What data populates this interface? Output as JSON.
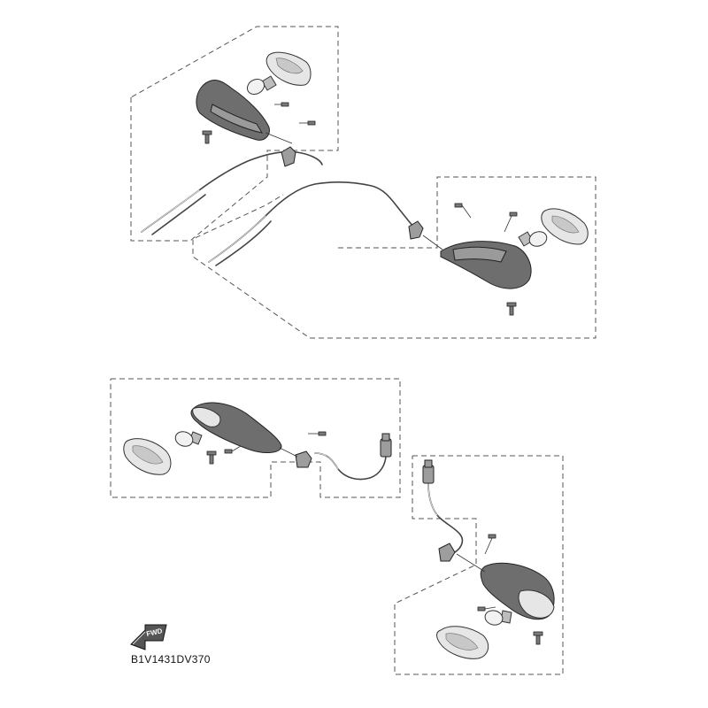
{
  "diagram": {
    "code": "B1V1431DV370",
    "direction_label": "FWD",
    "groups": [
      {
        "id": "top-left-signal"
      },
      {
        "id": "top-right-signal"
      },
      {
        "id": "middle-left-signal"
      },
      {
        "id": "bottom-right-signal"
      }
    ]
  }
}
